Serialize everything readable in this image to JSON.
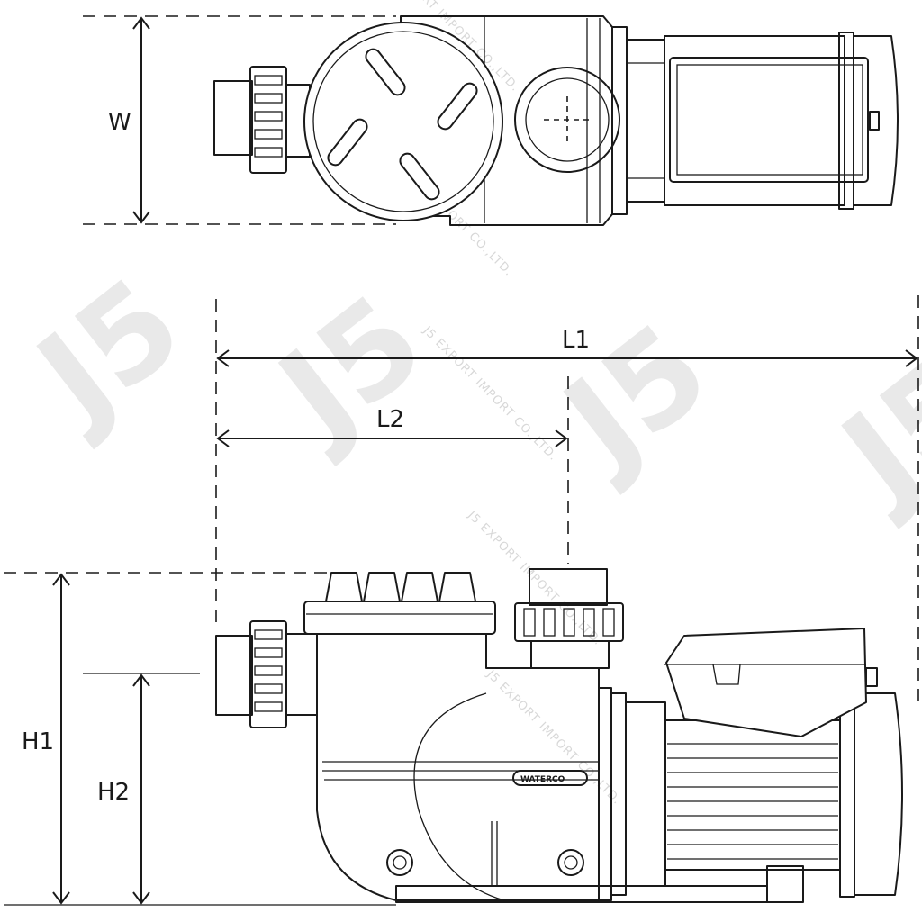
{
  "dimensions": {
    "w": "W",
    "l1": "L1",
    "l2": "L2",
    "h1": "H1",
    "h2": "H2"
  },
  "brand_plate": "WATERCO",
  "watermark": {
    "logo": "J5",
    "text": "J5 EXPORT IMPORT CO.,LTD."
  }
}
